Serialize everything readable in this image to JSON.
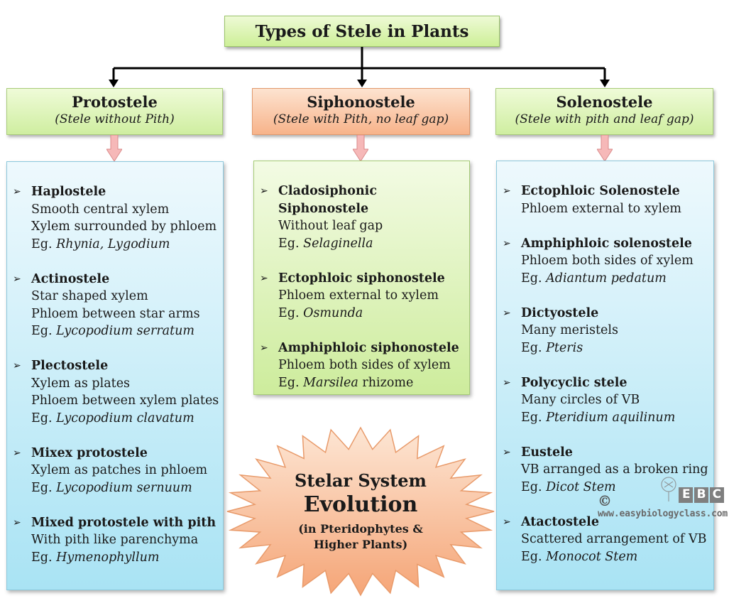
{
  "title": "Types of Stele in Plants",
  "columns": [
    {
      "title": "Protostele",
      "subtitle": "(Stele without Pith)",
      "items": [
        {
          "name": "Haplostele",
          "lines": [
            "Smooth central xylem",
            "Xylem surrounded by phloem"
          ],
          "eg_prefix": "Eg. ",
          "eg_italic": "Rhynia, Lygodium",
          "eg_suffix": ""
        },
        {
          "name": "Actinostele",
          "lines": [
            "Star shaped xylem",
            "Phloem between star arms"
          ],
          "eg_prefix": "Eg. ",
          "eg_italic": "Lycopodium serratum",
          "eg_suffix": ""
        },
        {
          "name": "Plectostele",
          "lines": [
            "Xylem as plates",
            "Phloem between xylem plates"
          ],
          "eg_prefix": "Eg. ",
          "eg_italic": "Lycopodium clavatum",
          "eg_suffix": ""
        },
        {
          "name": "Mixex protostele",
          "lines": [
            "Xylem as patches in phloem"
          ],
          "eg_prefix": "Eg. ",
          "eg_italic": "Lycopodium sernuum",
          "eg_suffix": ""
        },
        {
          "name": "Mixed protostele with pith",
          "lines": [
            "With pith like parenchyma"
          ],
          "eg_prefix": "Eg. ",
          "eg_italic": "Hymenophyllum",
          "eg_suffix": ""
        }
      ]
    },
    {
      "title": "Siphonostele",
      "subtitle": "(Stele with Pith, no leaf gap)",
      "items": [
        {
          "name": "Cladosiphonic Siphonostele",
          "lines": [
            "Without leaf gap"
          ],
          "eg_prefix": "Eg. ",
          "eg_italic": "Selaginella",
          "eg_suffix": ""
        },
        {
          "name": "Ectophloic siphonostele",
          "lines": [
            "Phloem external to xylem"
          ],
          "eg_prefix": "Eg. ",
          "eg_italic": "Osmunda",
          "eg_suffix": ""
        },
        {
          "name": "Amphiphloic siphonostele",
          "lines": [
            "Phloem both sides of xylem"
          ],
          "eg_prefix": "Eg. ",
          "eg_italic": "Marsilea",
          "eg_suffix": " rhizome"
        }
      ]
    },
    {
      "title": "Solenostele",
      "subtitle": "(Stele with pith and leaf gap)",
      "items": [
        {
          "name": "Ectophloic Solenostele",
          "lines": [
            "Phloem external to xylem"
          ],
          "eg_prefix": "",
          "eg_italic": "",
          "eg_suffix": ""
        },
        {
          "name": "Amphiphloic solenostele",
          "lines": [
            "Phloem both sides of xylem"
          ],
          "eg_prefix": "Eg. ",
          "eg_italic": "Adiantum pedatum",
          "eg_suffix": ""
        },
        {
          "name": "Dictyostele",
          "lines": [
            "Many meristels"
          ],
          "eg_prefix": "Eg. ",
          "eg_italic": "Pteris",
          "eg_suffix": ""
        },
        {
          "name": "Polycyclic stele",
          "lines": [
            "Many circles of VB"
          ],
          "eg_prefix": "Eg. ",
          "eg_italic": "Pteridium aquilinum",
          "eg_suffix": ""
        },
        {
          "name": "Eustele",
          "lines": [
            "VB arranged as a broken ring"
          ],
          "eg_prefix": "Eg. ",
          "eg_italic": "Dicot Stem",
          "eg_suffix": ""
        },
        {
          "name": "Atactostele",
          "lines": [
            "Scattered arrangement of VB"
          ],
          "eg_prefix": "Eg. ",
          "eg_italic": "Monocot Stem",
          "eg_suffix": ""
        }
      ]
    }
  ],
  "burst": {
    "line1": "Stelar System",
    "line2": "Evolution",
    "line3": "(in Pteridophytes &",
    "line4": "Higher Plants)"
  },
  "watermark": {
    "copyright": "©",
    "brand": "EBC",
    "url": "www.easybiologyclass.com"
  },
  "bullet_glyph": "➢",
  "colors": {
    "green_box": "#cdef97",
    "orange_box": "#f7b38a",
    "blue_panel": "#a9e3f4",
    "green_panel": "#cdec9c",
    "pink_arrow": "#f6b8b8"
  }
}
